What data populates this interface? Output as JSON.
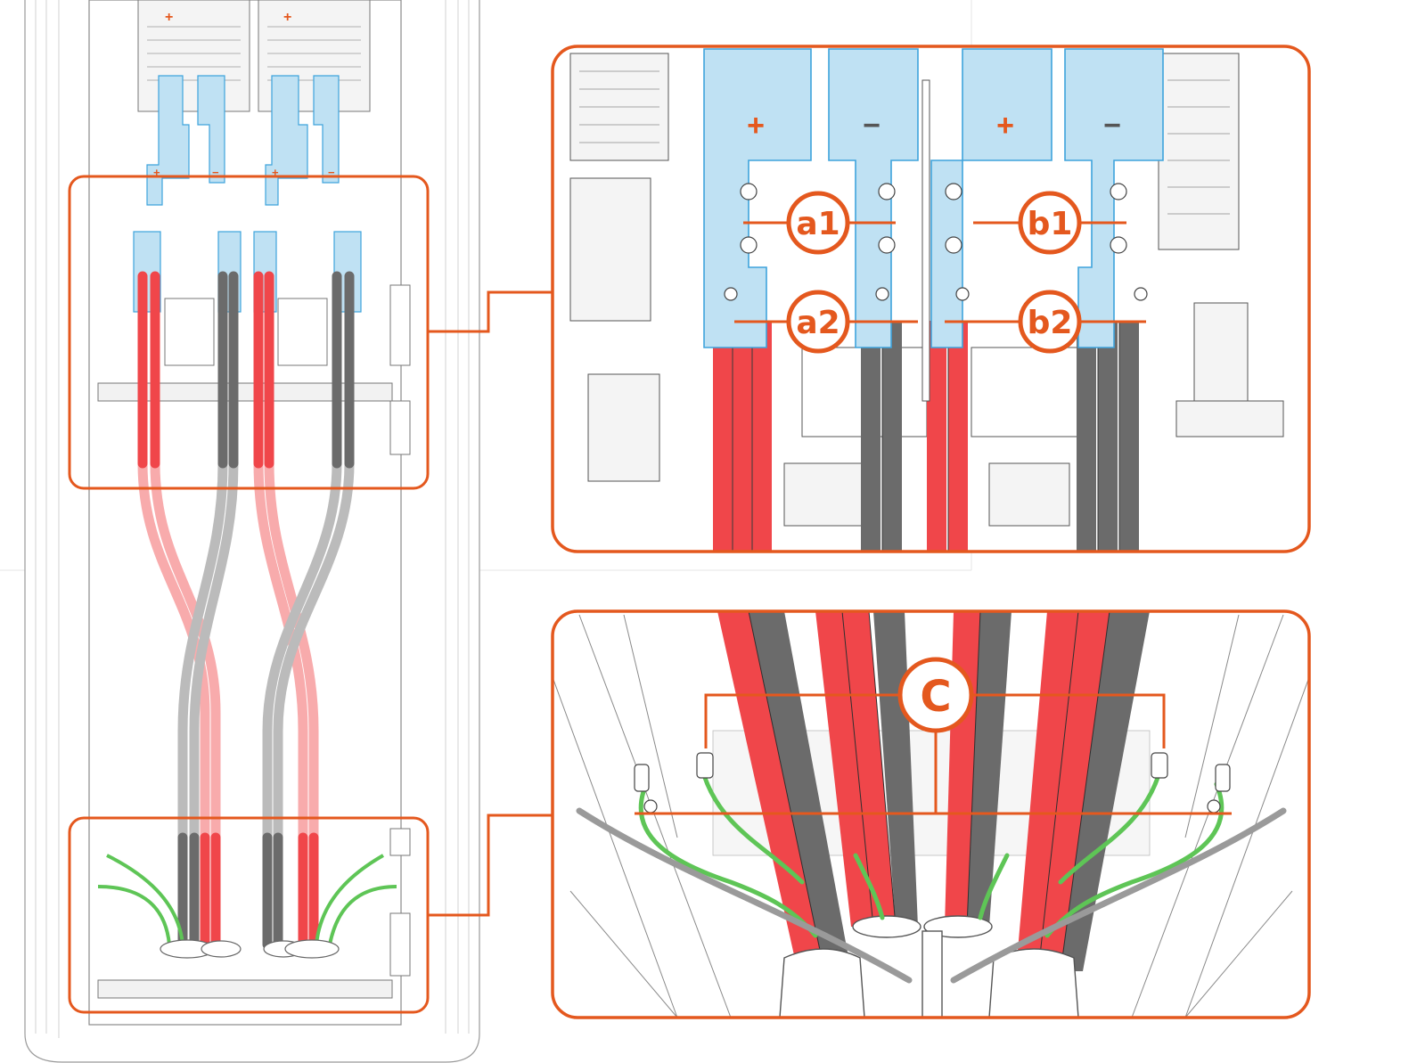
{
  "colors": {
    "accent": "#e4581e",
    "cable_positive": "#f0464a",
    "cable_negative": "#6b6b6b",
    "ground_wire": "#5ec556",
    "busbar": "#bfe1f3",
    "busbar_outline": "#3ea3dc",
    "line_art": "#4a4a4a"
  },
  "overview": {
    "busbar_polarity": [
      "+",
      "−",
      "+",
      "−"
    ],
    "bus_labels": [
      "+",
      "−",
      "+",
      "−"
    ]
  },
  "detail_top": {
    "busbar_polarity": [
      "+",
      "−",
      "+",
      "−"
    ],
    "callouts": [
      "a1",
      "b1",
      "a2",
      "b2"
    ]
  },
  "detail_bottom": {
    "callouts": [
      "C"
    ]
  }
}
